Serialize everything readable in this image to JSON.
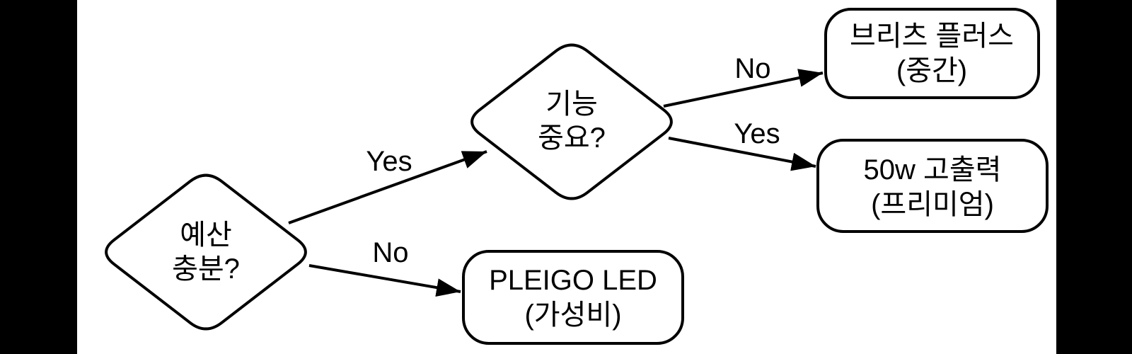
{
  "diagram": {
    "type": "flowchart",
    "orientation": "left-to-right",
    "colors": {
      "canvas_background": "#ffffff",
      "pillarbox_bars": "#000000",
      "stroke": "#000000",
      "text": "#000000"
    },
    "nodes": {
      "budget_decision": {
        "shape": "diamond",
        "line1": "예산",
        "line2": "충분?"
      },
      "feature_decision": {
        "shape": "diamond",
        "line1": "기능",
        "line2": "중요?"
      },
      "mid_option": {
        "shape": "rounded-rect",
        "line1": "브리츠 플러스",
        "line2": "(중간)"
      },
      "premium_option": {
        "shape": "rounded-rect",
        "line1": "50w 고출력",
        "line2": "(프리미엄)"
      },
      "value_option": {
        "shape": "rounded-rect",
        "line1": "PLEIGO LED",
        "line2": "(가성비)"
      }
    },
    "edges": {
      "budget_yes": {
        "from": "budget_decision",
        "to": "feature_decision",
        "label": "Yes"
      },
      "budget_no": {
        "from": "budget_decision",
        "to": "value_option",
        "label": "No"
      },
      "feature_no": {
        "from": "feature_decision",
        "to": "mid_option",
        "label": "No"
      },
      "feature_yes": {
        "from": "feature_decision",
        "to": "premium_option",
        "label": "Yes"
      }
    }
  }
}
